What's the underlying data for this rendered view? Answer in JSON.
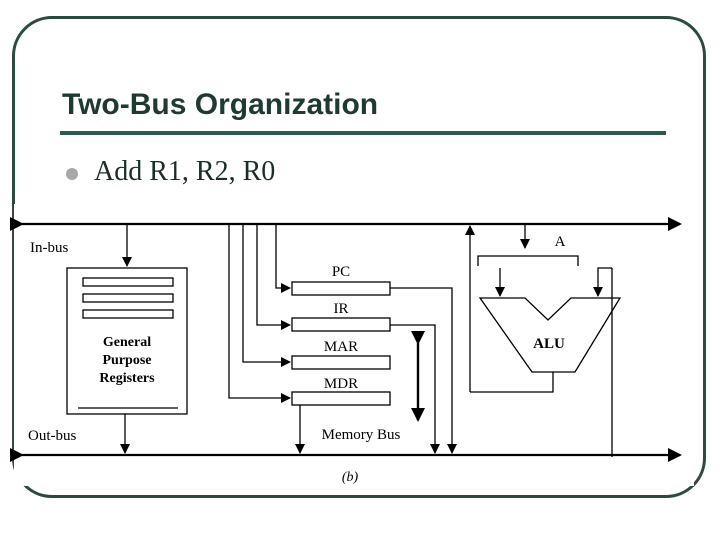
{
  "slide": {
    "title": "Two-Bus Organization",
    "bullet": "Add R1, R2, R0"
  },
  "diagram": {
    "inbus_label": "In-bus",
    "outbus_label": "Out-bus",
    "gpr_line1": "General",
    "gpr_line2": "Purpose",
    "gpr_line3": "Registers",
    "pc_label": "PC",
    "ir_label": "IR",
    "mar_label": "MAR",
    "mdr_label": "MDR",
    "a_label": "A",
    "alu_label": "ALU",
    "memory_bus_label": "Memory Bus",
    "caption": "(b)"
  }
}
